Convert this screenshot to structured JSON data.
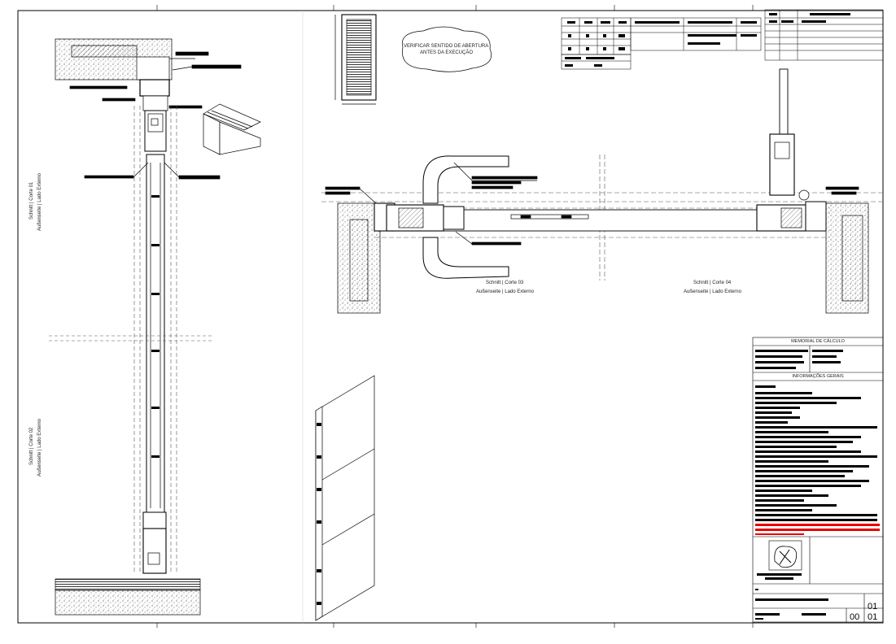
{
  "note_bubble": [
    "VERIFICAR SENTIDO DE ABERTURA",
    "ANTES DA EXECUÇÃO"
  ],
  "sections": {
    "corte01": [
      "Schnitt | Corte 01",
      "Außenseite | Lado Externo"
    ],
    "corte02": [
      "Schnitt | Corte 02",
      "Außenseite | Lado Externo"
    ],
    "corte03": [
      "Schnitt | Corte 03",
      "Außenseite | Lado Externo"
    ],
    "corte04": [
      "Schnitt | Corte 04",
      "Außenseite | Lado Externo"
    ]
  },
  "title_block": {
    "memorial": "MEMORIAL DE CÁLCULO",
    "info": "INFORMAÇÕES GERAIS",
    "revision": "00",
    "sheet_top": "01",
    "sheet_bottom": "01"
  },
  "colors": {
    "line": "#000000",
    "dash": "#555555",
    "highlight": "#e60000",
    "hatch": "#444444"
  }
}
